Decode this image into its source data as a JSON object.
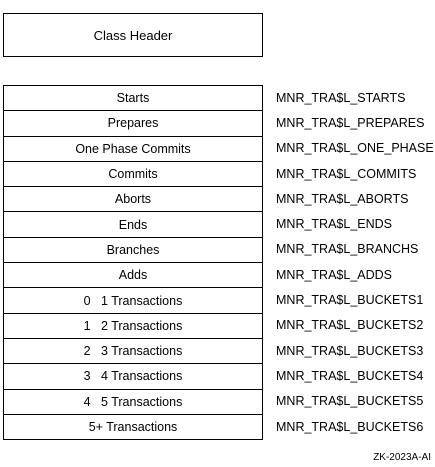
{
  "header": {
    "label": "Class Header"
  },
  "rows": [
    {
      "field": "Starts",
      "symbol": "MNR_TRA$L_STARTS"
    },
    {
      "field": "Prepares",
      "symbol": "MNR_TRA$L_PREPARES"
    },
    {
      "field": "One Phase Commits",
      "symbol": "MNR_TRA$L_ONE_PHASE"
    },
    {
      "field": "Commits",
      "symbol": "MNR_TRA$L_COMMITS"
    },
    {
      "field": "Aborts",
      "symbol": "MNR_TRA$L_ABORTS"
    },
    {
      "field": "Ends",
      "symbol": "MNR_TRA$L_ENDS"
    },
    {
      "field": "Branches",
      "symbol": "MNR_TRA$L_BRANCHS"
    },
    {
      "field": "Adds",
      "symbol": "MNR_TRA$L_ADDS"
    },
    {
      "field": "0   1 Transactions",
      "symbol": "MNR_TRA$L_BUCKETS1"
    },
    {
      "field": "1   2 Transactions",
      "symbol": "MNR_TRA$L_BUCKETS2"
    },
    {
      "field": "2   3 Transactions",
      "symbol": "MNR_TRA$L_BUCKETS3"
    },
    {
      "field": "3   4 Transactions",
      "symbol": "MNR_TRA$L_BUCKETS4"
    },
    {
      "field": "4   5 Transactions",
      "symbol": "MNR_TRA$L_BUCKETS5"
    },
    {
      "field": "5+ Transactions",
      "symbol": "MNR_TRA$L_BUCKETS6"
    }
  ],
  "figure_id": "ZK-2023A-AI"
}
